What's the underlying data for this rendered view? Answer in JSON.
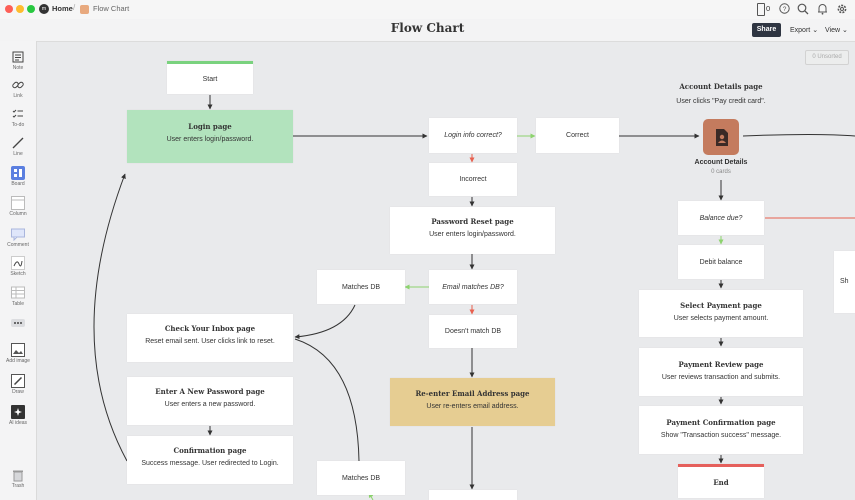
{
  "app": {
    "home": "Home",
    "breadcrumb": "Flow Chart",
    "doc_title": "Flow Chart",
    "device_count": "0",
    "share": "Share",
    "export": "Export",
    "view": "View"
  },
  "sidebar": {
    "items": [
      {
        "label": "Note"
      },
      {
        "label": "Link"
      },
      {
        "label": "To-do"
      },
      {
        "label": "Line"
      },
      {
        "label": "Board"
      },
      {
        "label": "Column"
      },
      {
        "label": "Comment"
      },
      {
        "label": "Sketch"
      },
      {
        "label": "Table"
      },
      {
        "label": "Add image"
      },
      {
        "label": "Draw"
      },
      {
        "label": "AI ideas"
      },
      {
        "label": "Trash"
      }
    ]
  },
  "canvas": {
    "unsorted": "0 Unsorted",
    "start": "Start",
    "login": {
      "title": "Login page",
      "sub": "User enters login/password."
    },
    "login_correct": "Login info correct?",
    "correct": "Correct",
    "incorrect": "Incorrect",
    "password_reset": {
      "title": "Password Reset page",
      "sub": "User enters login/password."
    },
    "email_matches": "Email matches DB?",
    "matches_db": "Matches DB",
    "doesnt_match": "Doesn't match DB",
    "check_inbox": {
      "title": "Check Your Inbox page",
      "sub": "Reset email sent. User clicks link to reset."
    },
    "new_password": {
      "title": "Enter A New Password page",
      "sub": "User enters a new password."
    },
    "confirmation": {
      "title": "Confirmation page",
      "sub": "Success message. User redirected to Login."
    },
    "reenter_email": {
      "title": "Re-enter Email Address page",
      "sub": "User re-enters email address."
    },
    "matches_db_2": "Matches DB",
    "account_header": {
      "title": "Account Details page",
      "sub": "User clicks \"Pay credit card\"."
    },
    "account_board": {
      "title": "Account Details",
      "cards": "0 cards"
    },
    "balance_due": "Balance due?",
    "debit_balance": "Debit balance",
    "select_payment": {
      "title": "Select Payment page",
      "sub": "User selects payment amount."
    },
    "payment_review": {
      "title": "Payment Review page",
      "sub": "User reviews transaction and submits."
    },
    "payment_confirmation": {
      "title": "Payment Confirmation page",
      "sub": "Show \"Transaction success\" message."
    },
    "end": "End",
    "clipped": "Sh"
  },
  "colors": {
    "green_node": "#b2e3bd",
    "yellow_node": "#e6cd92",
    "start_bar": "#7ad27e",
    "end_bar": "#e5605c",
    "board_icon": "#c47b5e",
    "green_arrow": "#8dd36e",
    "red_arrow": "#e8604e"
  }
}
